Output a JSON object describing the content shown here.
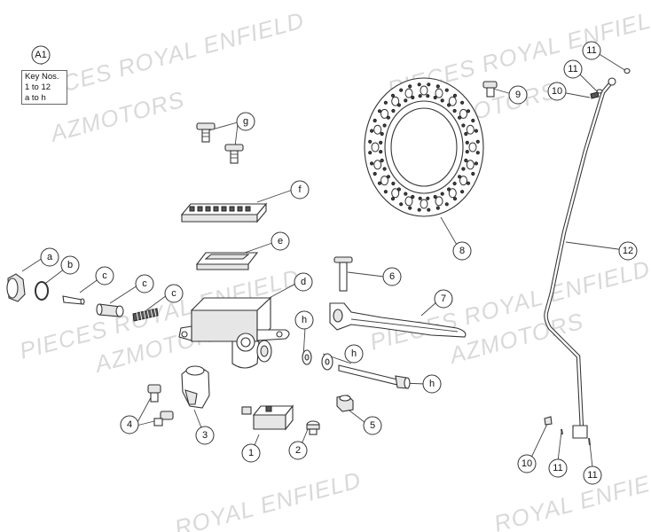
{
  "watermarks": [
    "PIECES ROYAL ENFIELD",
    "AZMOTORS",
    "PIECES ROYAL ENFIELD",
    "AZMOTORS",
    "PIECES ROYAL ENFIELD",
    "AZMOTORS",
    "ROYAL ENFIELD"
  ],
  "key_box": {
    "id": "A1",
    "lines": [
      "Key Nos.",
      "1 to 12",
      "a to h"
    ]
  },
  "callouts": {
    "g": "g",
    "f": "f",
    "e": "e",
    "d": "d",
    "a": "a",
    "b": "b",
    "c1": "c",
    "c2": "c",
    "c3": "c",
    "h1": "h",
    "h2": "h",
    "h3": "h",
    "n1": "1",
    "n2": "2",
    "n3": "3",
    "n4": "4",
    "n5": "5",
    "n6": "6",
    "n7": "7",
    "n8": "8",
    "n9": "9",
    "n10a": "10",
    "n10b": "10",
    "n11a": "11",
    "n11b": "11",
    "n11c": "11",
    "n11d": "11",
    "n12": "12"
  }
}
